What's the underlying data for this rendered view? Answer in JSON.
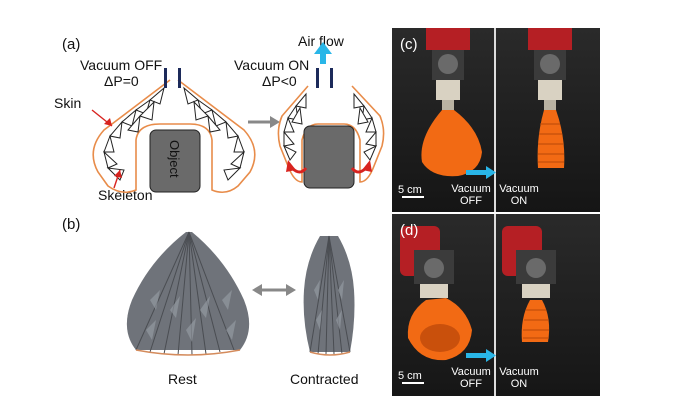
{
  "panels": {
    "a": {
      "letter": "(a)",
      "vacuum_off": "Vacuum OFF",
      "dp_off": "ΔP=0",
      "vacuum_on": "Vacuum ON",
      "dp_on": "ΔP<0",
      "air_flow": "Air flow",
      "skin": "Skin",
      "skeleton": "Skeleton",
      "object": "Object"
    },
    "b": {
      "letter": "(b)",
      "rest": "Rest",
      "contracted": "Contracted"
    },
    "c": {
      "letter": "(c)",
      "scale": "5 cm",
      "vacuum_off": "Vacuum\nOFF",
      "vacuum_on": "Vacuum\nON"
    },
    "d": {
      "letter": "(d)",
      "scale": "5 cm",
      "vacuum_off": "Vacuum\nOFF",
      "vacuum_on": "Vacuum\nON"
    }
  },
  "colors": {
    "skin": "#e88c4a",
    "arrow_blue": "#29b6e8",
    "arrow_red": "#d8231f",
    "gripper_orange": "#f26a14",
    "object_gray": "#6a6a6a"
  }
}
